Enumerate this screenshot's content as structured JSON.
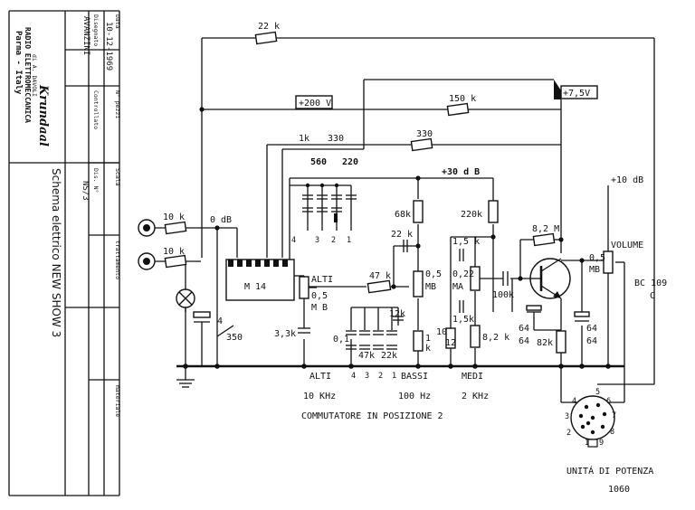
{
  "title_block": {
    "data_label": "Data",
    "date": "10-12-1969",
    "drawn_label": "Disegnato",
    "drawn_by": "AVANZINI",
    "checked_label": "Controllato",
    "drawing_no_label": "Dis. N°",
    "drawing_no": "NS/3",
    "pieces_label": "N° pezzi",
    "scale_label": "Scala",
    "treatment_label": "trattamento",
    "material_label": "materiale",
    "brand": "Krundaal",
    "company_sub": "di A. DAVOLI",
    "company_line1": "RADIO ELETTROMECCANICA",
    "company_line2": "Parma - Italy",
    "description": "Schema elettrico   NEW SHOW 3"
  },
  "labels": {
    "r_22k": "22 k",
    "v_200": "+200 V",
    "r_150k": "150 k",
    "v_75": "+7,5V",
    "r_1k": "1k",
    "r_330a": "330",
    "r_330b": "330",
    "c_560": "560",
    "c_220": "220",
    "db_30": "+30 d B",
    "db_10": "+10 dB",
    "r_10k_in1": "10 k",
    "r_10k_in2": "10 k",
    "db_0": "0 dB",
    "sw_4": "4",
    "sw_3": "3",
    "sw_2": "2",
    "sw_1": "1",
    "r_68k": "68k",
    "r_220k": "220k",
    "c_22k": "22 k",
    "r_1_5k_a": "1,5 k",
    "r_8_2M": "8,2 M",
    "volume": "VOLUME",
    "vol_value": "0,5",
    "vol_mb": "MB",
    "m14": "M 14",
    "alti_pot": "ALTI",
    "alti_val": "0,5",
    "alti_mb": "M B",
    "r_47k": "47 k",
    "bassi_val": "0,5",
    "bassi_mb": "MB",
    "medi_val": "0,22",
    "medi_ma": "MA",
    "r_100k": "100k",
    "transistor": "BC 109",
    "transistor_suffix": "C",
    "c_12k": "12k",
    "r_1_5k_b": "1,5k",
    "c_3_3k": "3,3k",
    "c_0_1": "0,1",
    "c_47k": "47k",
    "c_22k_b": "22k",
    "r_1k_b": "1",
    "r_1k_k": "k",
    "r_12": "12",
    "r_10": "10",
    "r_8_2k": "8,2 k",
    "r_82k": "82k",
    "c_64_64a_t": "64",
    "c_64_64a_b": "64",
    "c_64_64b_t": "64",
    "c_64_64b_b": "64",
    "c_4_350": "4",
    "c_4_350_b": "350",
    "alti_bottom": "ALTI",
    "sw_bot_4": "4",
    "sw_bot_3": "3",
    "sw_bot_2": "2",
    "sw_bot_1": "1",
    "bassi_bottom": "BASSI",
    "medi_bottom": "MEDI",
    "freq_alti": "10 KHz",
    "freq_bassi": "100 Hz",
    "freq_medi": "2 KHz",
    "commutatore": "COMMUTATORE   IN POSIZIONE 2",
    "pin_1": "1",
    "pin_2": "2",
    "pin_3": "3",
    "pin_4": "4",
    "pin_5": "5",
    "pin_6": "6",
    "pin_7": "7",
    "pin_8": "8",
    "pin_9": "9",
    "unita": "UNITÁ  DI POTENZA",
    "unita_no": "1060"
  }
}
